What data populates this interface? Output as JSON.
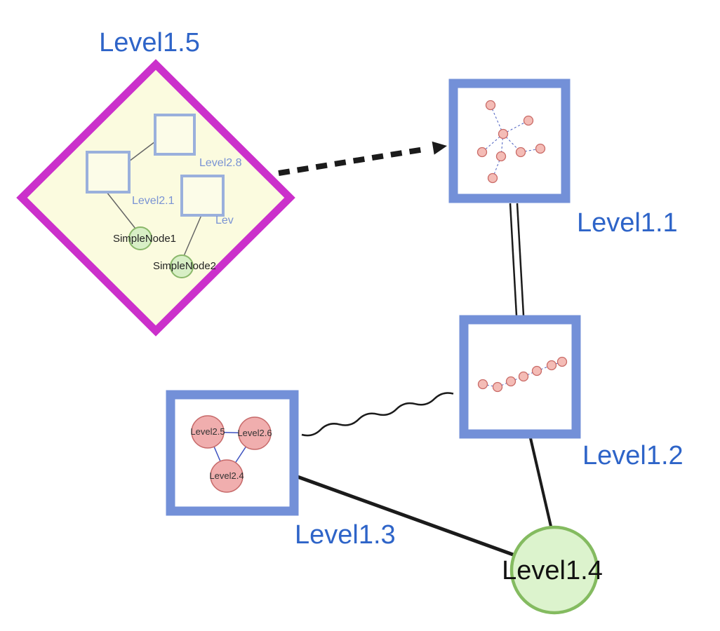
{
  "diagram": {
    "nodes": {
      "level1_5": {
        "label": "Level1.5"
      },
      "level1_1": {
        "label": "Level1.1"
      },
      "level1_2": {
        "label": "Level1.2"
      },
      "level1_3": {
        "label": "Level1.3"
      },
      "level1_4": {
        "label": "Level1.4"
      }
    },
    "level1_5_children": {
      "level2_8": {
        "label": "Level2.8"
      },
      "level2_1": {
        "label": "Level2.1"
      },
      "level2_x": {
        "label": "Lev"
      },
      "simple_node_1": {
        "label": "SimpleNode1"
      },
      "simple_node_2": {
        "label": "SimpleNode2"
      }
    },
    "level1_3_children": {
      "level2_5": {
        "label": "Level2.5"
      },
      "level2_6": {
        "label": "Level2.6"
      },
      "level2_4": {
        "label": "Level2.4"
      }
    },
    "edges": [
      {
        "from": "Level1.5",
        "to": "Level1.1",
        "style": "dashed-arrow"
      },
      {
        "from": "Level1.1",
        "to": "Level1.2",
        "style": "double-line"
      },
      {
        "from": "Level1.3",
        "to": "Level1.2",
        "style": "wavy"
      },
      {
        "from": "Level1.3",
        "to": "Level1.4",
        "style": "solid"
      },
      {
        "from": "Level1.2",
        "to": "Level1.4",
        "style": "solid"
      }
    ],
    "colors": {
      "node_label_blue": "#2e64c8",
      "diamond_border": "#cb30cb",
      "diamond_fill": "#fbfbdf",
      "group_border_blue": "#7390d8",
      "inner_square_border": "#9ab0dc",
      "green_node_fill": "#dcf3cd",
      "green_node_border": "#84bb60",
      "pink_node_fill": "#f0aeae",
      "pink_node_border": "#c76a6a",
      "edge_black": "#1b1b1b",
      "inner_edge_blue": "#4a5fc0"
    }
  }
}
